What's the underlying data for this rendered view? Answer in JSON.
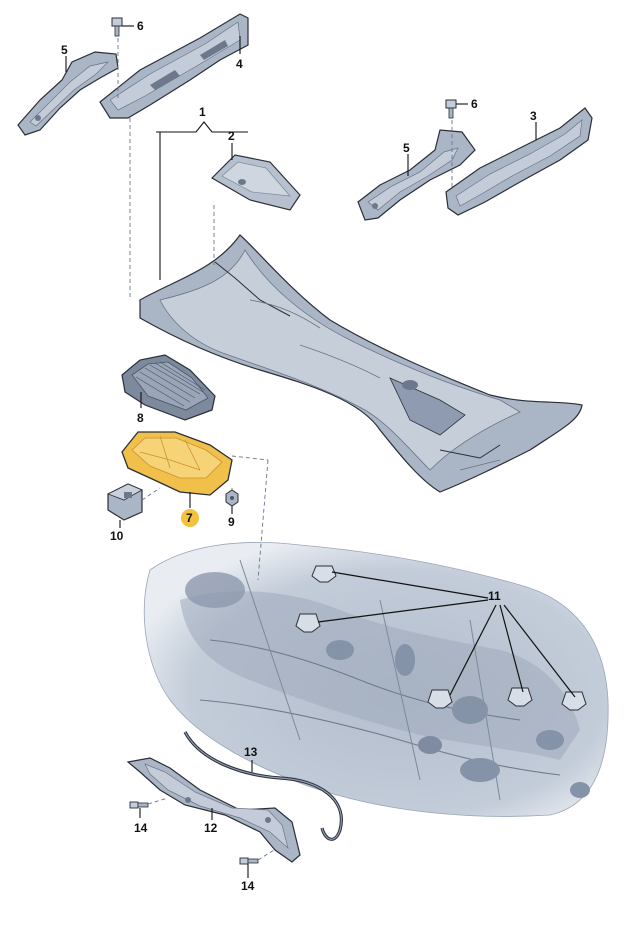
{
  "diagram": {
    "labels": {
      "p1": "1",
      "p2": "2",
      "p3": "3",
      "p4": "4",
      "p5a": "5",
      "p5b": "5",
      "p6a": "6",
      "p6b": "6",
      "p7": "7",
      "p8": "8",
      "p9": "9",
      "p10": "10",
      "p11": "11",
      "p12": "12",
      "p13": "13",
      "p14a": "14",
      "p14b": "14"
    },
    "colors": {
      "part_fill": "#aab5c6",
      "part_dark": "#7d899c",
      "part_light": "#c9d1dd",
      "outline": "#2a2f38",
      "highlight_fill": "#f1c04a",
      "highlight_dark": "#c8922a",
      "highlight_badge": "#f3c23f",
      "body_fill": "#b9c3d3",
      "body_shadow": "#8e9ab0"
    }
  }
}
